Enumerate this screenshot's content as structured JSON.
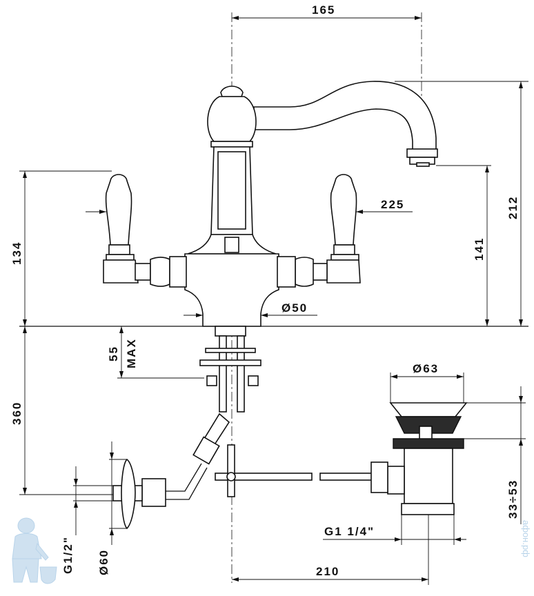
{
  "dimensions": {
    "top_width": "165",
    "total_height": "212",
    "spout_height": "141",
    "handle_height": "134",
    "spread": "225",
    "base_diameter": "Ø50",
    "thickness_max_value": "55",
    "thickness_max_label": "MAX",
    "below_deck_length": "360",
    "waste_diameter": "Ø63",
    "waste_range": "33÷53",
    "waste_thread": "G1 1/4\"",
    "inlet_thread": "G1/2\"",
    "escutcheon_diameter": "Ø60",
    "bottom_width": "210"
  },
  "watermark": {
    "text": "афон.рф"
  },
  "colors": {
    "line": "#111111",
    "watermark": "#b9d4ea"
  }
}
